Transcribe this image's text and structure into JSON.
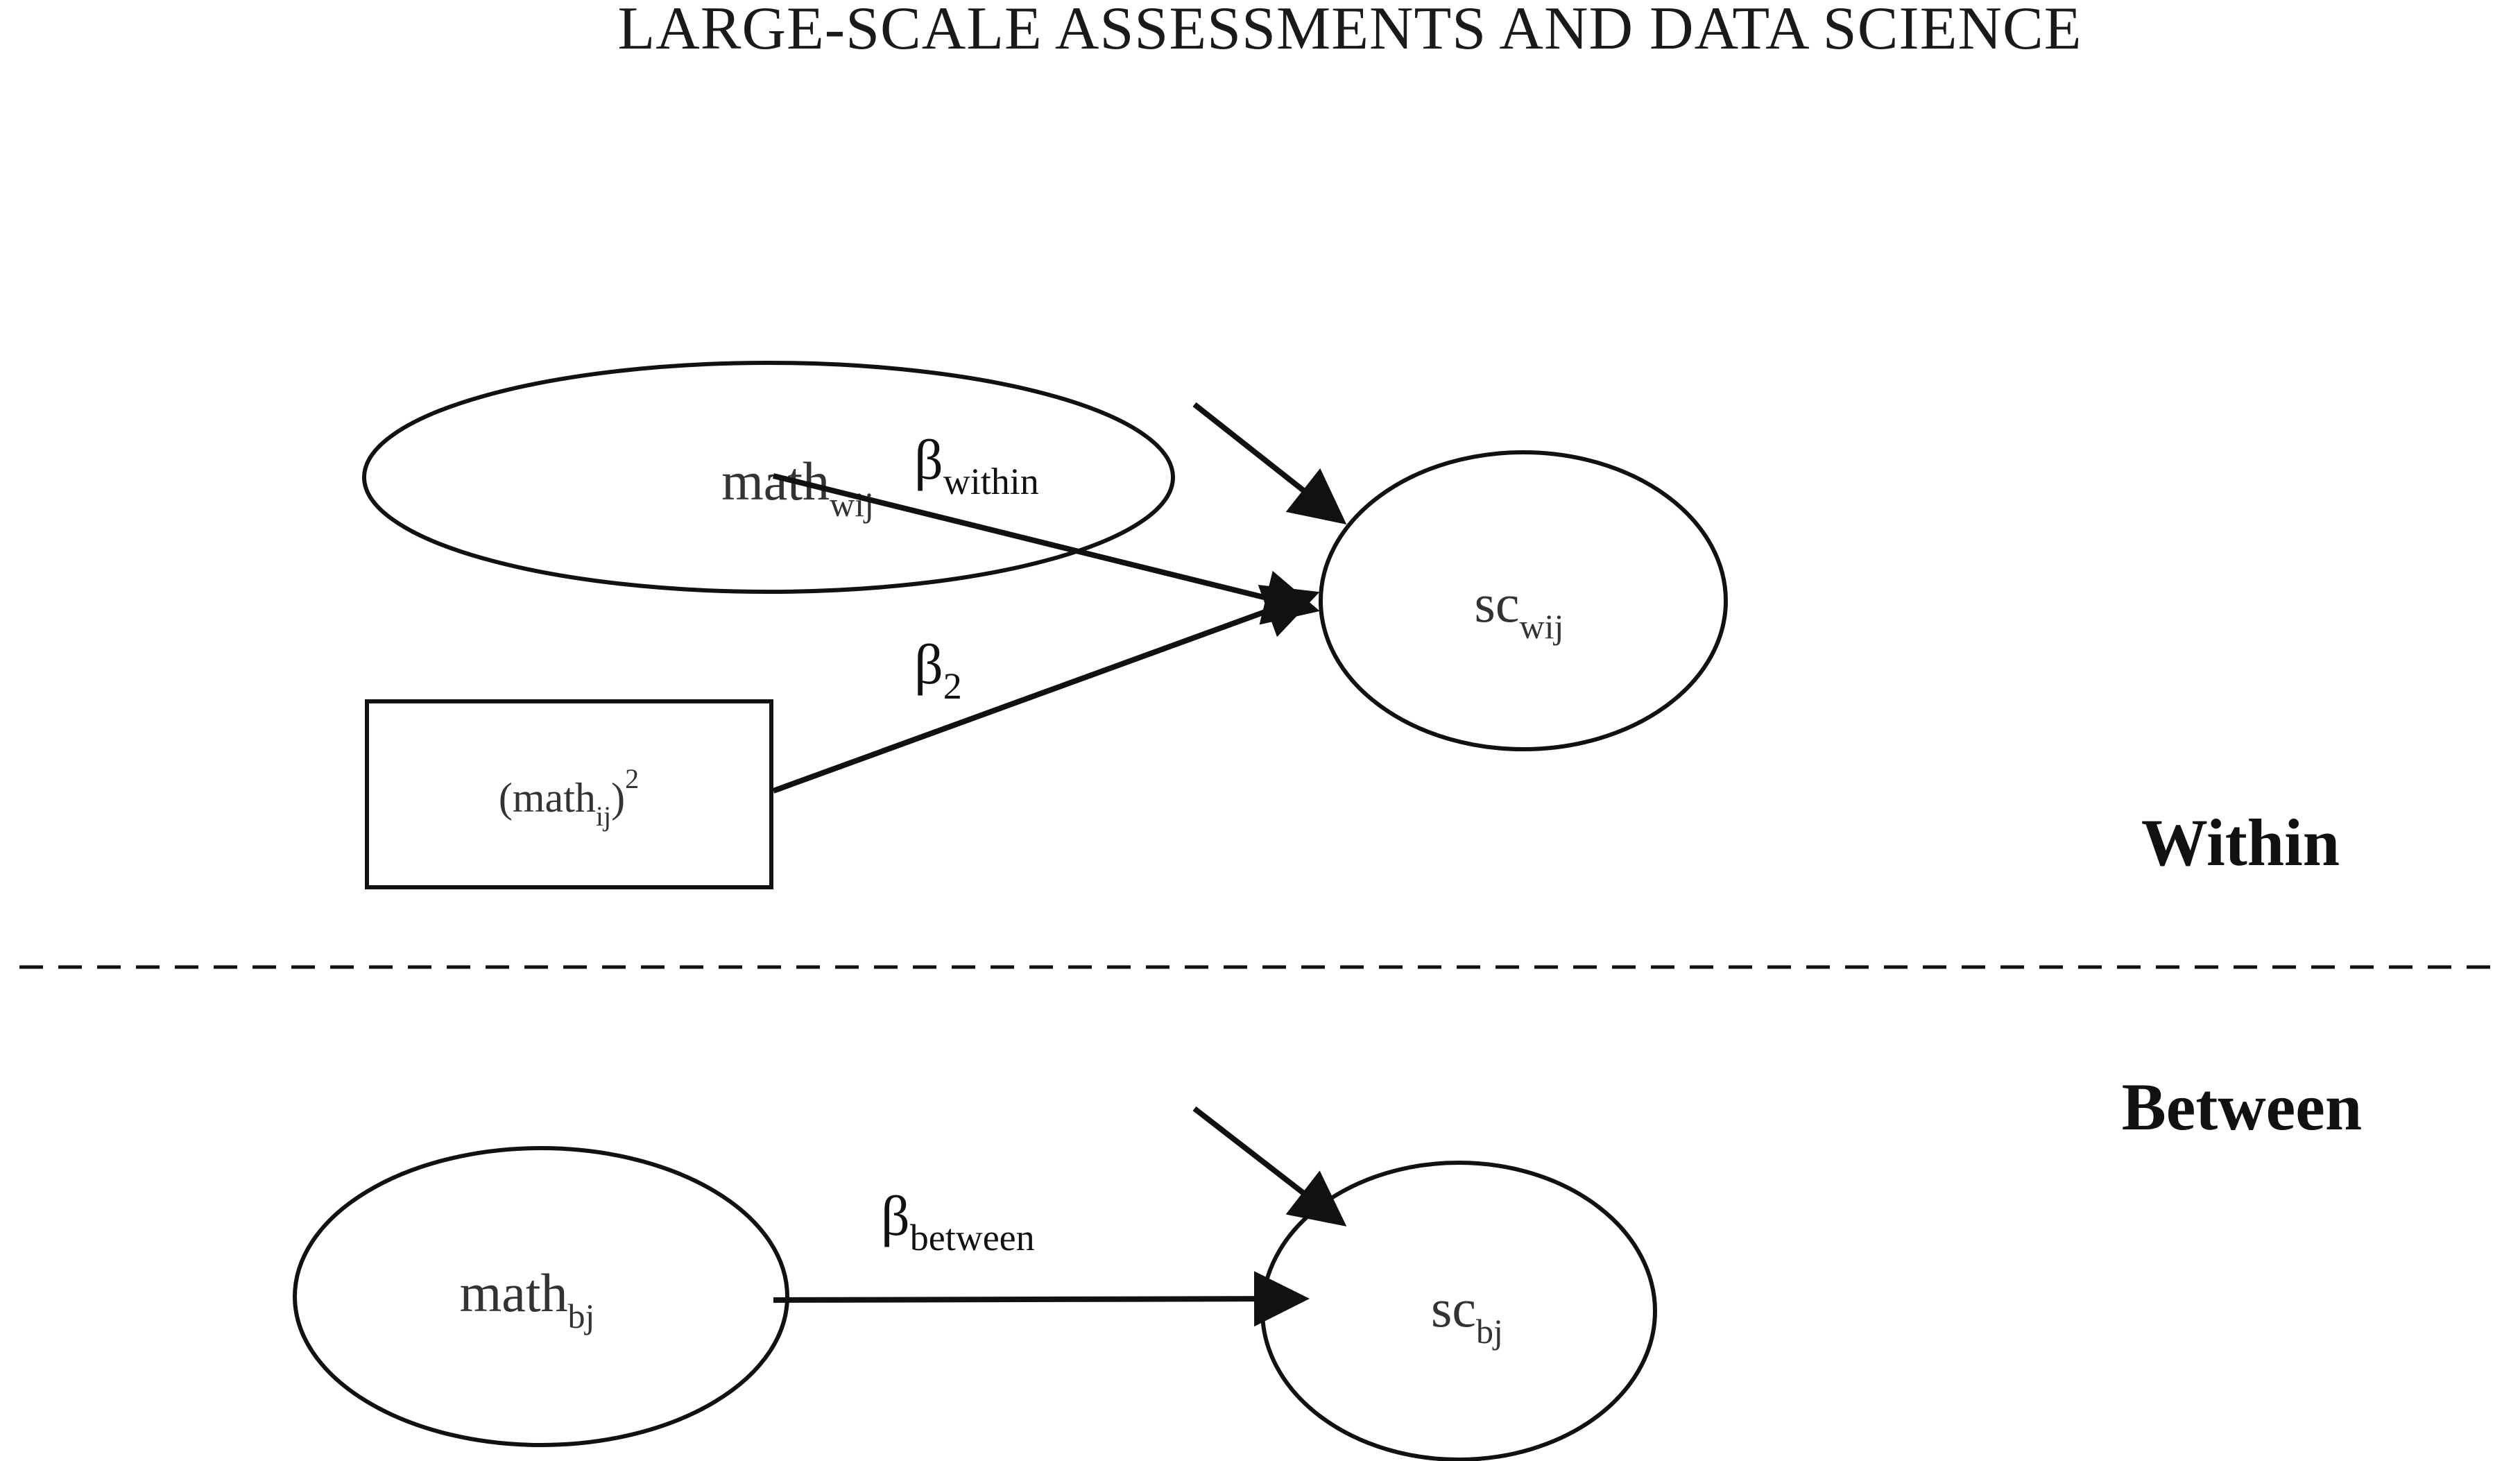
{
  "header": {
    "title": "LARGE-SCALE ASSESSMENTS AND DATA SCIENCE"
  },
  "levels": {
    "within": "Within",
    "between": "Between"
  },
  "nodes": {
    "math_w": {
      "base": "math",
      "sub": "wij"
    },
    "math_sq": {
      "open": "(math",
      "sub": "ij",
      "close": ")",
      "sup": "2"
    },
    "sc_w": {
      "base": "sc",
      "sub": "wij"
    },
    "math_b": {
      "base": "math",
      "sub": "bj"
    },
    "sc_b": {
      "base": "sc",
      "sub": "bj"
    }
  },
  "coefficients": {
    "within": {
      "symbol": "β",
      "sub": "within"
    },
    "quadratic": {
      "symbol": "β",
      "sub": "2"
    },
    "between": {
      "symbol": "β",
      "sub": "between"
    }
  }
}
